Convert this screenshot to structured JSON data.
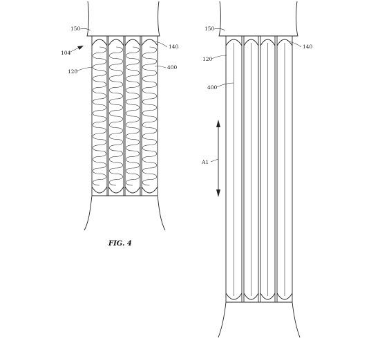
{
  "figure_caption": "FIG. 4",
  "left_labels": {
    "r150": "150",
    "r140": "140",
    "r104": "104",
    "r120": "120",
    "r400": "400"
  },
  "right_labels": {
    "r150": "150",
    "r140": "140",
    "r120": "120",
    "r400": "400",
    "a1": "A1"
  }
}
